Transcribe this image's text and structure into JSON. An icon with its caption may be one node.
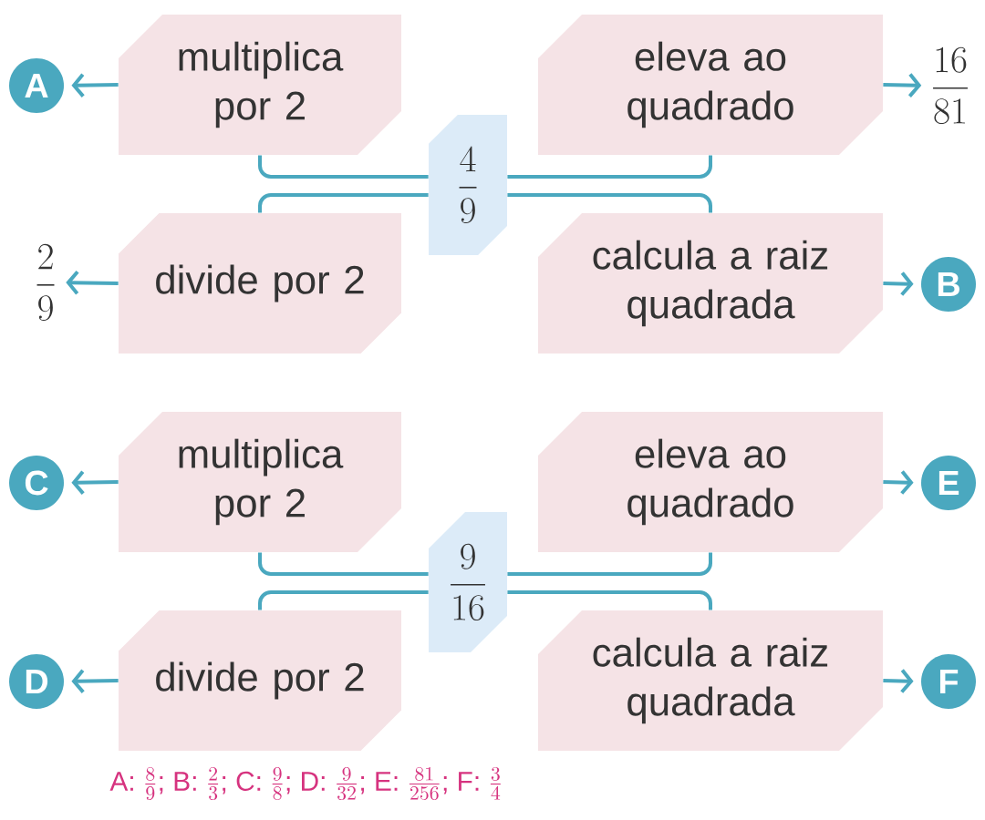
{
  "diagram": {
    "nodes": [
      {
        "text": [
          "\\frac{4}{9}"
        ]
      },
      {
        "text": [
          "multiplica por 2"
        ]
      },
      {
        "text": [
          "eleva ao quadrado"
        ]
      },
      {
        "text": [
          "divide por 2"
        ]
      },
      {
        "text": [
          "calcula a raiz quadrada"
        ]
      },
      {
        "text": [
          "A"
        ]
      },
      {
        "text": [
          "\\frac{16}{81}"
        ]
      },
      {
        "text": [
          "\\frac{2}{9}"
        ]
      },
      {
        "text": [
          "B"
        ]
      },
      {
        "text": [
          "\\frac{9}{16}"
        ]
      },
      {
        "text": [
          "multiplica por 2"
        ]
      },
      {
        "text": [
          "eleva ao quadrado"
        ]
      },
      {
        "text": [
          "divide por 2"
        ]
      },
      {
        "text": [
          "calcula a raiz quadrada"
        ]
      },
      {
        "text": [
          "C"
        ]
      },
      {
        "text": [
          "E"
        ]
      },
      {
        "text": [
          "D"
        ]
      },
      {
        "text": [
          "F"
        ]
      }
    ],
    "edges": [
      {
        "from": 0,
        "to": 1,
        "arrow": "none"
      },
      {
        "from": 0,
        "to": 2,
        "arrow": "none"
      },
      {
        "from": 0,
        "to": 3,
        "arrow": "none"
      },
      {
        "from": 0,
        "to": 4,
        "arrow": "none"
      },
      {
        "from": 1,
        "to": 5,
        "arrow": "to"
      },
      {
        "from": 2,
        "to": 6,
        "arrow": "to"
      },
      {
        "from": 3,
        "to": 7,
        "arrow": "to"
      },
      {
        "from": 4,
        "to": 8,
        "arrow": "to"
      },
      {
        "from": 9,
        "to": 10,
        "arrow": "none"
      },
      {
        "from": 9,
        "to": 11,
        "arrow": "none"
      },
      {
        "from": 9,
        "to": 12,
        "arrow": "none"
      },
      {
        "from": 9,
        "to": 13,
        "arrow": "none"
      },
      {
        "from": 10,
        "to": 14,
        "arrow": "to"
      },
      {
        "from": 11,
        "to": 15,
        "arrow": "to"
      },
      {
        "from": 12,
        "to": 16,
        "arrow": "to"
      },
      {
        "from": 13,
        "to": 17,
        "arrow": "to"
      }
    ],
    "labels": [
      "\\text{A: }\\frac{8}{9}\\text{; B: }\\frac{2}{3}\\text{; C: }\\frac{9}{8}\\text{; D: }\\frac{9}{32}\\text{; E: }\\frac{81}{256}\\text{; F: }\\frac{3}{4}"
    ]
  }
}
